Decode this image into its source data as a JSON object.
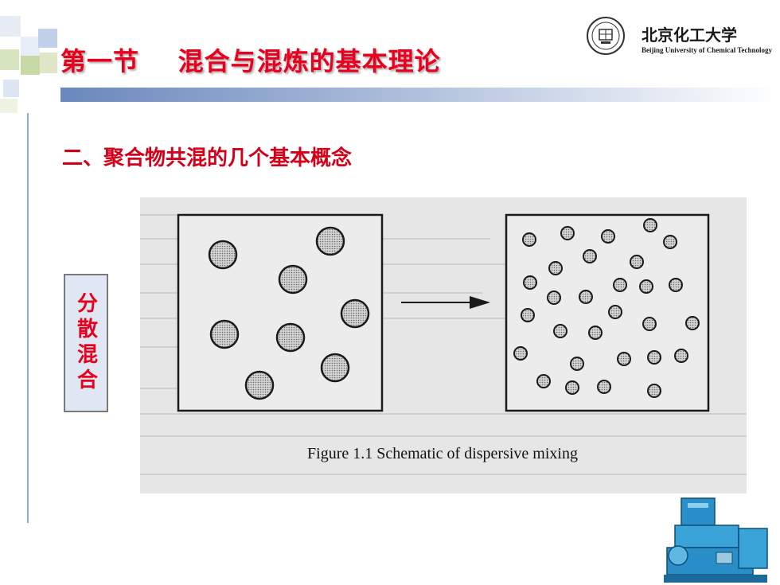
{
  "slide": {
    "title": "第一节    混合与混炼的基本理论",
    "subtitle": "二、聚合物共混的几个基本概念",
    "side_label": "分散混合"
  },
  "logo": {
    "name_cn": "北京化工大学",
    "name_en": "Beijing University of Chemical Technology"
  },
  "figure": {
    "caption": "Figure 1.1  Schematic of dispersive mixing"
  },
  "colors": {
    "title_red": "#e8001e",
    "bar_blue": "#6a88bd",
    "label_bg": "#dfe7f3"
  },
  "icons": [
    "university-seal-icon",
    "arrow-right-icon",
    "mixer-machine-icon"
  ]
}
